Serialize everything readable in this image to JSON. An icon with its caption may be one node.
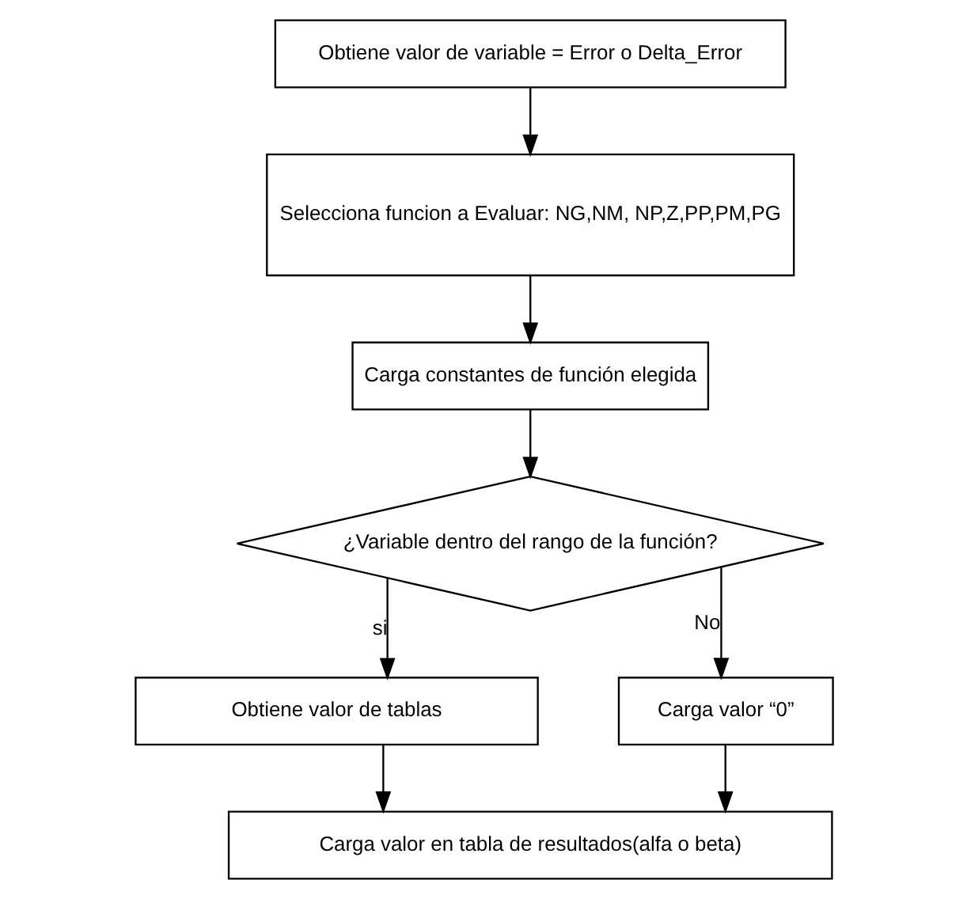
{
  "diagram": {
    "nodes": [
      {
        "text": [
          "Obtiene valor de variable = Error o Delta_Error"
        ]
      },
      {
        "text": [
          "Selecciona funcion a Evaluar: NG,NM, NP,Z,PP,PM,PG"
        ]
      },
      {
        "text": [
          "Carga constantes de función elegida"
        ]
      },
      {
        "text": [
          "¿Variable dentro del rango de la función?"
        ]
      },
      {
        "text": [
          "Obtiene valor de tablas"
        ]
      },
      {
        "text": [
          "Carga valor “0”"
        ]
      },
      {
        "text": [
          "Carga valor en tabla de resultados(alfa o beta)"
        ]
      }
    ],
    "edges": [
      {
        "from": 0,
        "to": 1,
        "arrow": "to"
      },
      {
        "from": 1,
        "to": 2,
        "arrow": "to"
      },
      {
        "from": 2,
        "to": 3,
        "arrow": "to"
      },
      {
        "from": 3,
        "to": 4,
        "arrow": "to",
        "label": "si"
      },
      {
        "from": 3,
        "to": 5,
        "arrow": "to",
        "label": "No"
      },
      {
        "from": 4,
        "to": 6,
        "arrow": "to"
      },
      {
        "from": 5,
        "to": 6,
        "arrow": "to"
      }
    ]
  }
}
